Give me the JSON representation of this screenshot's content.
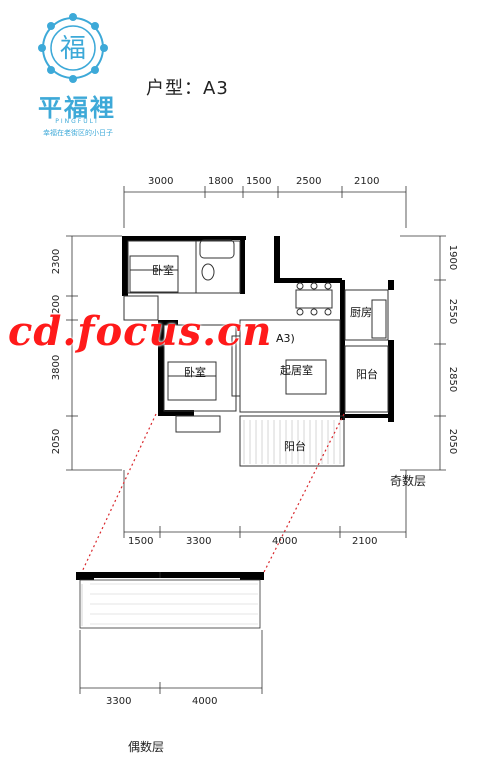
{
  "brand": {
    "name": "平福裡",
    "name_en": "PINGFULI",
    "slogan": "幸福在老街区的小日子",
    "logo_char": "福"
  },
  "unit_title": "户型：A3",
  "top_dims": [
    "3000",
    "1800",
    "1500",
    "2500",
    "2100"
  ],
  "bottom_dims": [
    "1500",
    "3300",
    "4000",
    "2100"
  ],
  "left_dims": [
    "2300",
    "1200",
    "3800",
    "2050"
  ],
  "right_dims": [
    "1900",
    "2550",
    "2850",
    "2050"
  ],
  "rooms": {
    "bedroom_1": "卧室",
    "bedroom_2": "卧室",
    "living_room": "起居室",
    "kitchen": "厨房",
    "balcony_small": "阳台",
    "balcony_big": "阳台",
    "tag": "A3)"
  },
  "odd_floor_label": "奇数层",
  "even_floor_label": "偶数层",
  "even_dims": [
    "3300",
    "4000"
  ],
  "watermark": "cd.focus.cn",
  "colors": {
    "brand_blue": "#3da9d8",
    "wall": "#000000",
    "watermark_red": "#ff1a1a"
  }
}
